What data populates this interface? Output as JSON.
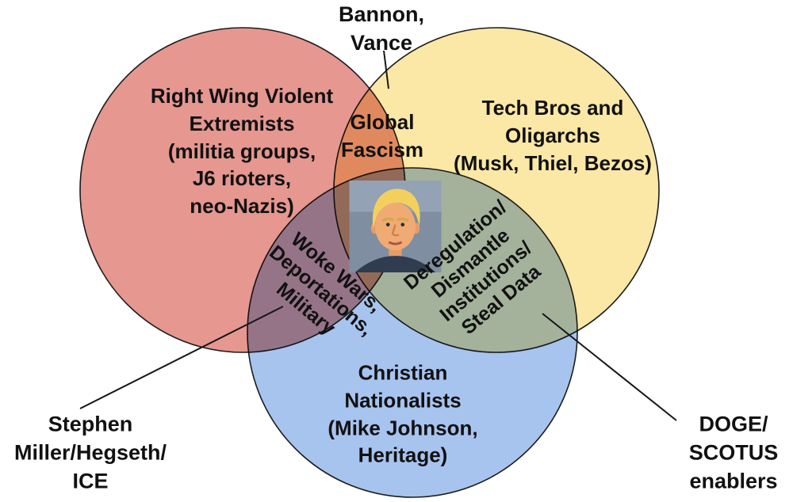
{
  "colors": {
    "background": "#ffffff",
    "red_circle": "#E59790",
    "yellow_circle": "#FBE7A6",
    "blue_circle": "#A7C4EF",
    "outline": "#1c1c1c",
    "text": "#111111"
  },
  "circles": {
    "right_wing_label": "Right Wing Violent\nExtremists\n(militia groups,\nJ6 rioters,\nneo-Nazis)",
    "tech_bros_label": "Tech Bros and\nOligarchs\n(Musk, Thiel, Bezos)",
    "christian_nationalists_label": "Christian\nNationalists\n(Mike Johnson,\nHeritage)"
  },
  "intersections": {
    "global_fascism_label": "Global\nFascism",
    "woke_wars_label": "Woke Wars,\nDeportations,\nMilitary",
    "deregulation_label": "Deregulation/\nDismantle\nInstitutions/\nSteal Data"
  },
  "callouts": {
    "bannon_vance_label": "Bannon,\nVance",
    "stephen_miller_label": "Stephen\nMiller/Hegseth/\nICE",
    "doge_scotus_label": "DOGE/\nSCOTUS\nenablers"
  },
  "center_image_icon": "trump-photo"
}
